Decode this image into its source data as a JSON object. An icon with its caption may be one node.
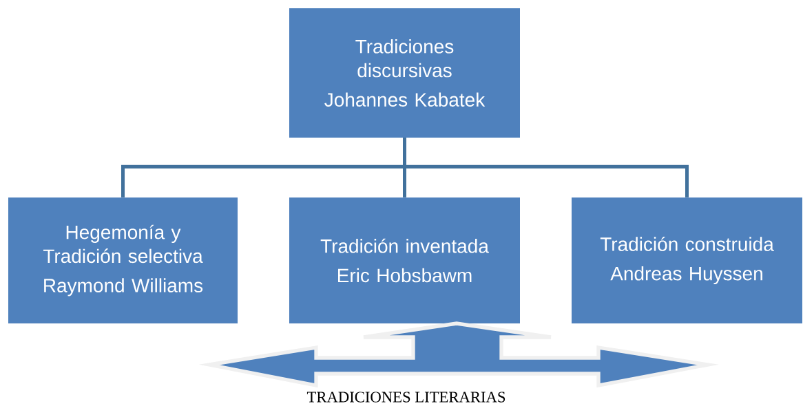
{
  "diagram": {
    "nodes": [
      {
        "text": [
          "Tradiciones discursivas",
          "Johannes Kabatek"
        ]
      },
      {
        "text": [
          "Hegemonía y Tradición selectiva",
          "Raymond Williams"
        ]
      },
      {
        "text": [
          "Tradición inventada",
          "Eric Hobsbawm"
        ]
      },
      {
        "text": [
          "Tradición construida",
          "Andreas Huyssen"
        ]
      },
      {
        "text": [],
        "shape": "arrow",
        "beside": [
          "TRADICIONES LITERARIAS"
        ]
      }
    ],
    "edges": [
      {
        "from": 0,
        "to": 1,
        "arrow": "none"
      },
      {
        "from": 0,
        "to": 2,
        "arrow": "none"
      },
      {
        "from": 0,
        "to": 3,
        "arrow": "none"
      }
    ]
  }
}
